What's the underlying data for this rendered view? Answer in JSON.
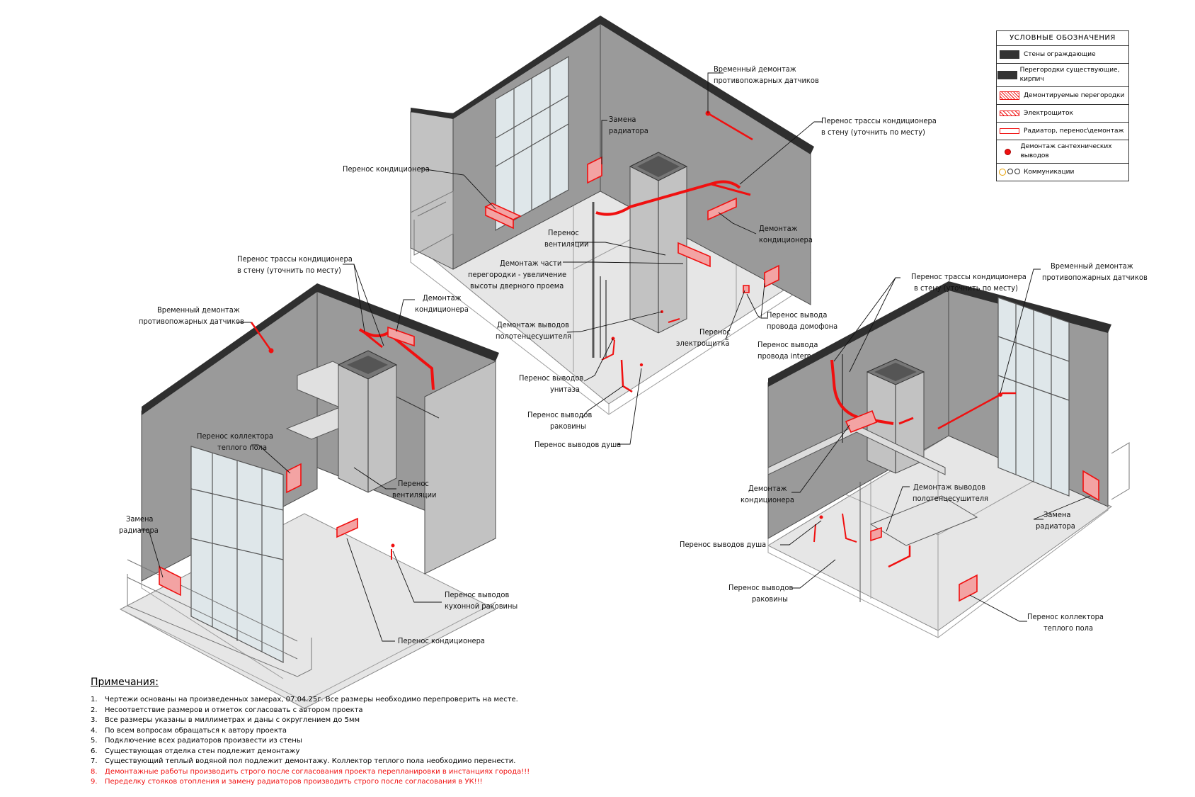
{
  "legend": {
    "title": "УСЛОВНЫЕ ОБОЗНАЧЕНИЯ",
    "items": [
      {
        "symbol": "dark",
        "label": "Стены ограждающие"
      },
      {
        "symbol": "dark",
        "label": "Перегородки существующие, кирпич"
      },
      {
        "symbol": "hatch",
        "label": "Демонтируемые перегородки"
      },
      {
        "symbol": "electric",
        "label": "Электрощиток"
      },
      {
        "symbol": "radiator",
        "label": "Радиатор, перенос\\демонтаж"
      },
      {
        "symbol": "dot",
        "label": "Демонтаж сантехнических выводов"
      },
      {
        "symbol": "comm",
        "label": "Коммуникации"
      }
    ]
  },
  "colors": {
    "accent": "#f01010",
    "wall_cap": "#2f2f2f",
    "wall": "#9a9a9a"
  },
  "notes": {
    "title": "Примечания:",
    "items": [
      {
        "n": "1.",
        "text": "Чертежи основаны на произведенных замерах, 07.04.25г. Все размеры необходимо перепроверить на месте.",
        "red": false
      },
      {
        "n": "2.",
        "text": "Несоответствие размеров и отметок согласовать с автором проекта",
        "red": false
      },
      {
        "n": "3.",
        "text": "Все размеры указаны в миллиметрах и даны с округлением до 5мм",
        "red": false
      },
      {
        "n": "4.",
        "text": "По всем вопросам обращаться к автору проекта",
        "red": false
      },
      {
        "n": "5.",
        "text": "Подключение всех радиаторов произвести из стены",
        "red": false
      },
      {
        "n": "6.",
        "text": "Существующая отделка стен подлежит демонтажу",
        "red": false
      },
      {
        "n": "7.",
        "text": "Существующий теплый водяной пол подлежит демонтажу. Коллектор теплого пола необходимо перенести.",
        "red": false
      },
      {
        "n": "8.",
        "text": "Демонтажные работы производить строго после согласования проекта перепланировки в инстанциях города!!!",
        "red": true
      },
      {
        "n": "9.",
        "text": "Переделку стояков отопления и замену радиаторов производить строго после согласования в УК!!!",
        "red": true
      }
    ]
  },
  "top_view": {
    "l_temp_demount_1": "Временный демонтаж",
    "l_temp_demount_2": "противопожарных датчиков",
    "l_replace_rad_1": "Замена",
    "l_replace_rad_2": "радиатора",
    "l_move_ac": "Перенос кондиционера",
    "l_ac_route_1": "Перенос трассы кондиционера",
    "l_ac_route_2": "в стену (уточнить по месту)",
    "l_ac_demount_1": "Демонтаж",
    "l_ac_demount_2": "кондиционера",
    "l_vent_1": "Перенос",
    "l_vent_2": "вентиляции",
    "l_partial_1": "Демонтаж части",
    "l_partial_2": "перегородки - увеличение",
    "l_partial_3": "высоты дверного проема",
    "l_towel_1": "Демонтаж выводов",
    "l_towel_2": "полотенцесушителя",
    "l_intercom_1": "Перенос вывода",
    "l_intercom_2": "провода домофона",
    "l_elshield_1": "Перенос",
    "l_elshield_2": "электрощитка",
    "l_internet_1": "Перенос вывода",
    "l_internet_2": "провода internet",
    "l_toilet_1": "Перенос выводов",
    "l_toilet_2": "унитаза",
    "l_sink_1": "Перенос выводов",
    "l_sink_2": "раковины",
    "l_shower": "Перенос выводов душа"
  },
  "left_view": {
    "l_ac_route_1": "Перенос трассы кондиционера",
    "l_ac_route_2": "в стену (уточнить по месту)",
    "l_temp_demount_1": "Временный демонтаж",
    "l_temp_demount_2": "противопожарных датчиков",
    "l_ac_demount_1": "Демонтаж",
    "l_ac_demount_2": "кондиционера",
    "l_collector_1": "Перенос коллектора",
    "l_collector_2": "теплого пола",
    "l_replace_rad_1": "Замена",
    "l_replace_rad_2": "радиатора",
    "l_vent_1": "Перенос",
    "l_vent_2": "вентиляции",
    "l_kitchen_1": "Перенос выводов",
    "l_kitchen_2": "кухонной раковины",
    "l_move_ac": "Перенос кондиционера"
  },
  "right_view": {
    "l_ac_route_1": "Перенос трассы кондиционера",
    "l_ac_route_2": "в стену (уточнить по месту)",
    "l_temp_demount_1": "Временный демонтаж",
    "l_temp_demount_2": "противопожарных датчиков",
    "l_ac_demount_1": "Демонтаж",
    "l_ac_demount_2": "кондиционера",
    "l_towel_1": "Демонтаж выводов",
    "l_towel_2": "полотенцесушителя",
    "l_shower": "Перенос выводов душа",
    "l_sink_1": "Перенос выводов",
    "l_sink_2": "раковины",
    "l_replace_rad_1": "Замена",
    "l_replace_rad_2": "радиатора",
    "l_collector_1": "Перенос коллектора",
    "l_collector_2": "теплого пола"
  }
}
